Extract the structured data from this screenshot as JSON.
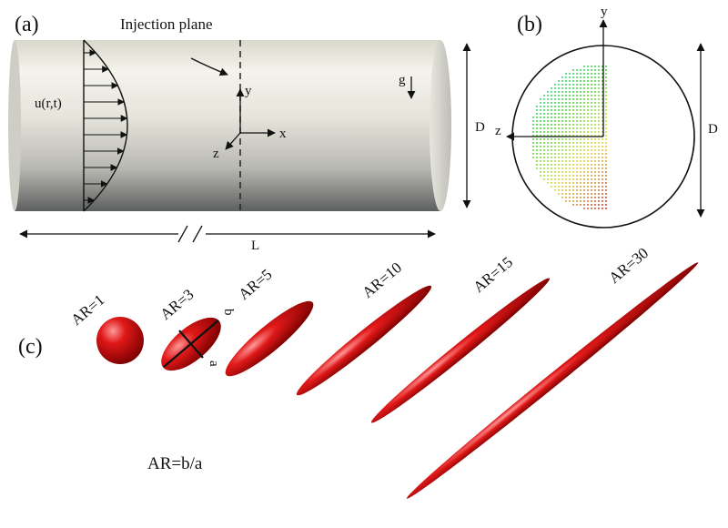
{
  "panels": {
    "a": "(a)",
    "b": "(b)",
    "c": "(c)"
  },
  "pipe": {
    "injection_plane": "Injection plane",
    "velocity_label": "u(r,t)",
    "gravity": "g",
    "diameter": "D",
    "length": "L",
    "axis_x": "x",
    "axis_y": "y",
    "axis_z": "z"
  },
  "cross_section": {
    "axis_y": "y",
    "axis_z": "z",
    "diameter": "D"
  },
  "particles": {
    "items": [
      {
        "label": "AR=1",
        "aspect_ratio": 1
      },
      {
        "label": "AR=3",
        "aspect_ratio": 3
      },
      {
        "label": "AR=5",
        "aspect_ratio": 5
      },
      {
        "label": "AR=10",
        "aspect_ratio": 10
      },
      {
        "label": "AR=15",
        "aspect_ratio": 15
      },
      {
        "label": "AR=30",
        "aspect_ratio": 30
      }
    ],
    "semi_axis_b": "b",
    "semi_axis_a": "a",
    "definition": "AR=b/a"
  },
  "colors": {
    "particle": "#cc1010",
    "particle_dark": "#7a0000",
    "particle_highlight": "#ff9a9a"
  }
}
